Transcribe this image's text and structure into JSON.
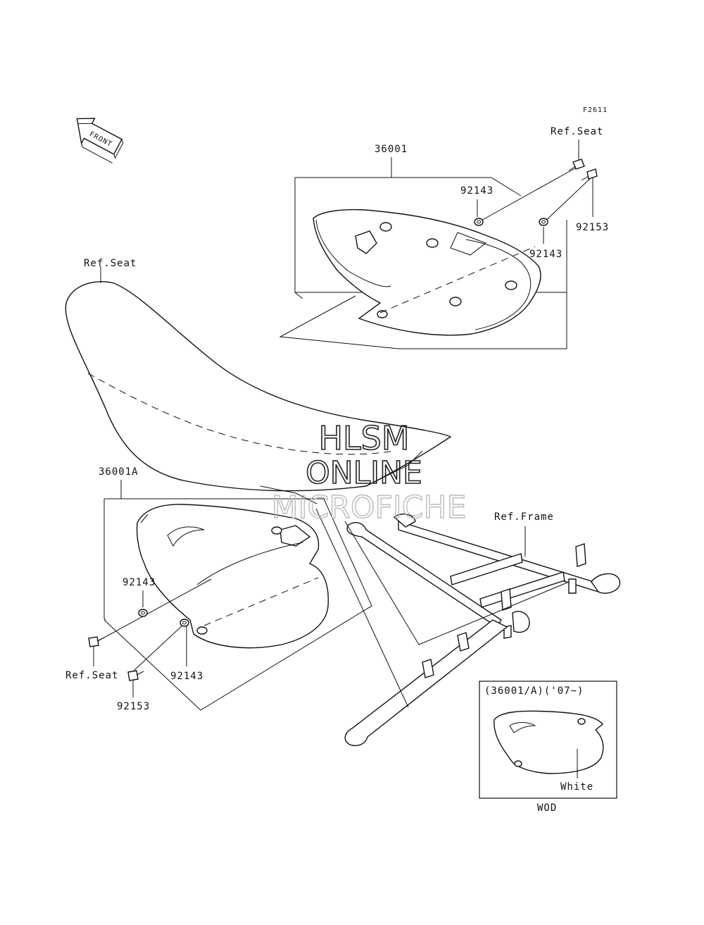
{
  "figure_code": "F2611",
  "front_arrow": "FRONT",
  "callouts": {
    "ref_seat_top": "Ref.Seat",
    "part_36001": "36001",
    "washer_top_a": "92143",
    "washer_top_b": "92143",
    "bolt_top": "92153",
    "ref_seat_left": "Ref.Seat",
    "part_36001a": "36001A",
    "ref_frame": "Ref.Frame",
    "washer_left_a": "92143",
    "ref_seat_bottom": "Ref.Seat",
    "washer_left_b": "92143",
    "bolt_left": "92153"
  },
  "inset": {
    "title": "(36001/A)('07~)",
    "color_label": "White",
    "model_code": "WOD"
  },
  "watermark": {
    "line1": "HLSM",
    "line2": "ONLINE",
    "line3": "MICROFICHE"
  }
}
